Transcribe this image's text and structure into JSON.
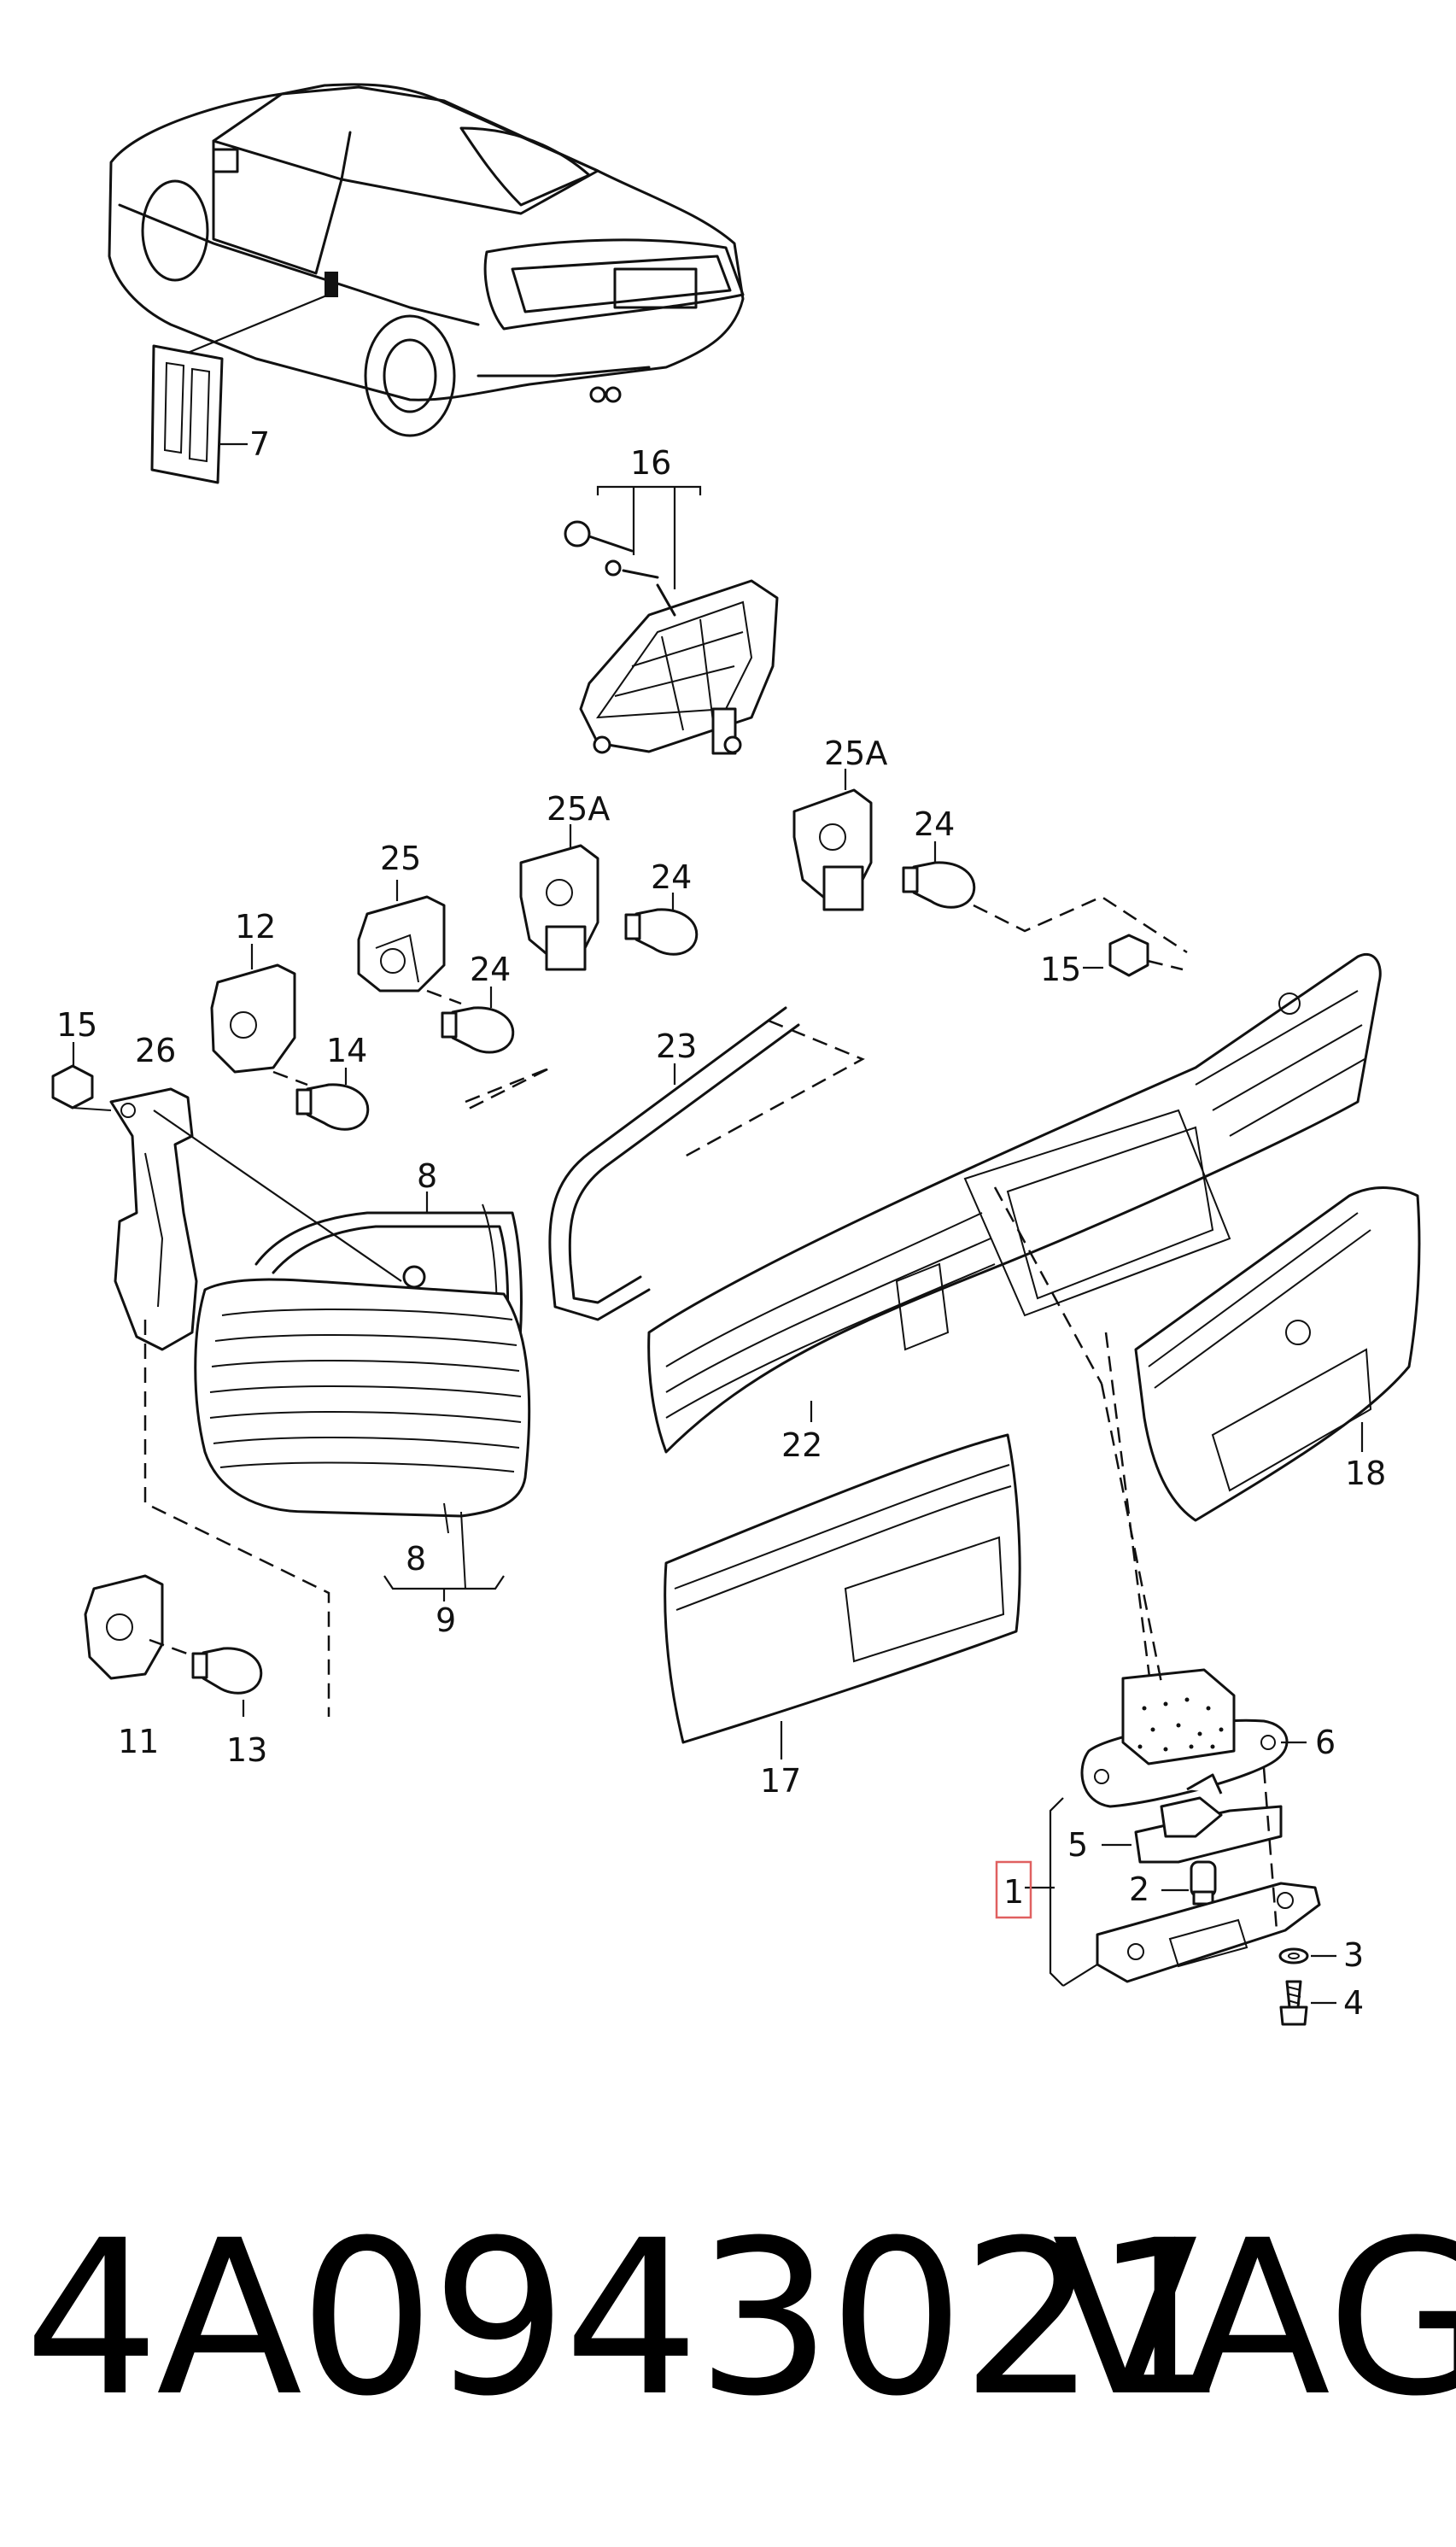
{
  "diagram": {
    "callouts": {
      "c1": "1",
      "c2": "2",
      "c3": "3",
      "c4": "4",
      "c5": "5",
      "c6": "6",
      "c7": "7",
      "c8a": "8",
      "c8b": "8",
      "c9": "9",
      "c11": "11",
      "c12": "12",
      "c13": "13",
      "c14": "14",
      "c15a": "15",
      "c15b": "15",
      "c16": "16",
      "c17": "17",
      "c18": "18",
      "c22": "22",
      "c23": "23",
      "c24a": "24",
      "c24b": "24",
      "c24c": "24",
      "c25": "25",
      "c25Aa": "25A",
      "c25Ab": "25A",
      "c26": "26"
    },
    "highlight_color": "#e06060"
  },
  "footer": {
    "part_number": "4A0943021",
    "brand": "VAG"
  }
}
